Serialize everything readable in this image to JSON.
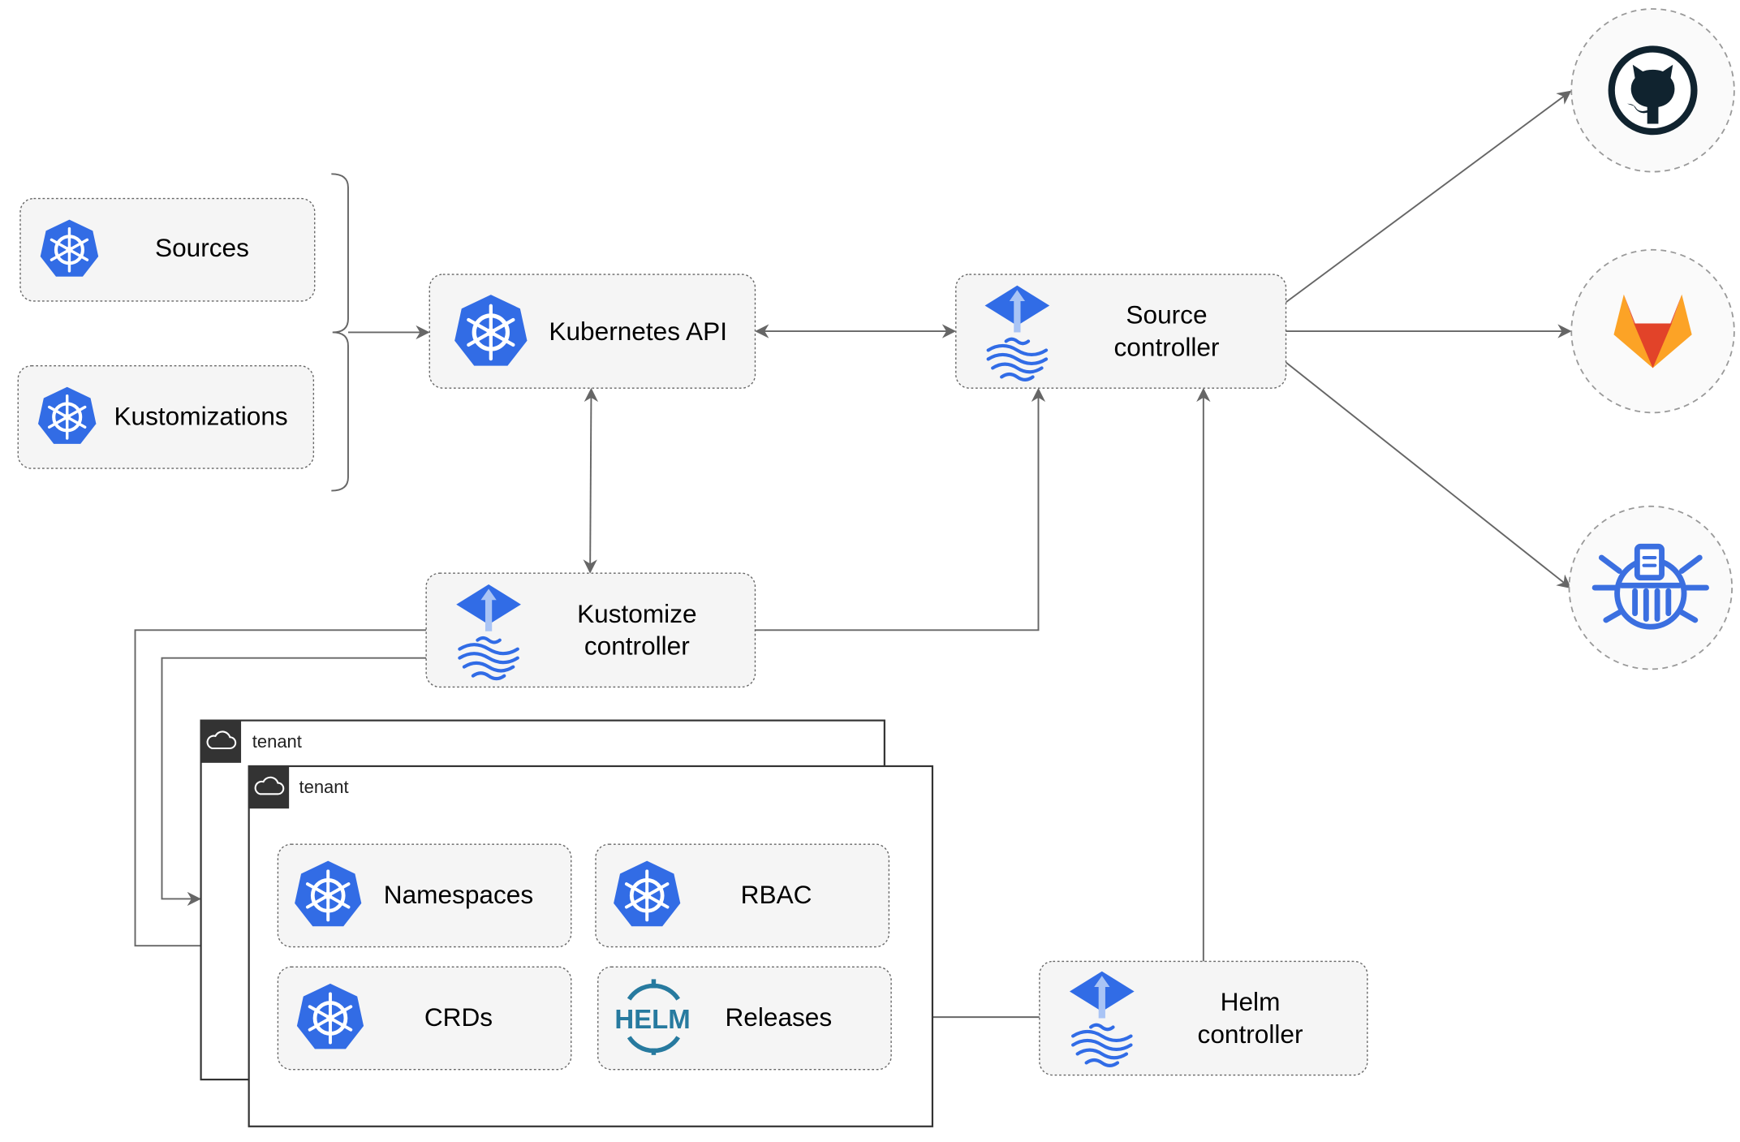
{
  "nodes": {
    "sources": "Sources",
    "kustomizations": "Kustomizations",
    "kubernetes_api": "Kubernetes API",
    "source_controller": [
      "Source",
      "controller"
    ],
    "kustomize_controller": [
      "Kustomize",
      "controller"
    ],
    "helm_controller": [
      "Helm",
      "controller"
    ],
    "namespaces": "Namespaces",
    "rbac": "RBAC",
    "crds": "CRDs",
    "releases": "Releases"
  },
  "tenants": [
    "tenant",
    "tenant"
  ],
  "external": {
    "github": "github-icon",
    "gitlab": "gitlab-icon",
    "bucket": "bucket-icon",
    "helm_logo": "HELM"
  },
  "colors": {
    "kubernetes_blue": "#326ce5",
    "flux_blue": "#316ce6",
    "github": "#10232f",
    "gitlab_orange": "#e24329",
    "helm": "#277a9f",
    "edge": "#666666"
  }
}
